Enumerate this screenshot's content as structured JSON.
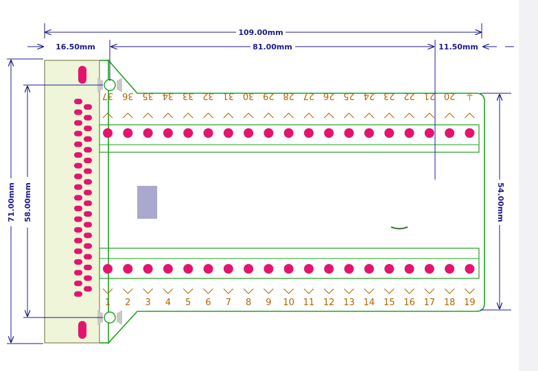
{
  "dimensions": {
    "total_width": "109.00mm",
    "connector_width": "16.50mm",
    "terminal_span": "81.00mm",
    "right_margin": "11.50mm",
    "total_height": "71.00mm",
    "hole_spacing": "58.00mm",
    "board_height": "54.00mm"
  },
  "top_pins": [
    "37",
    "36",
    "35",
    "34",
    "33",
    "32",
    "31",
    "30",
    "29",
    "28",
    "27",
    "26",
    "25",
    "24",
    "23",
    "22",
    "21",
    "20",
    "⏚"
  ],
  "bottom_pins": [
    "1",
    "2",
    "3",
    "4",
    "5",
    "6",
    "7",
    "8",
    "9",
    "10",
    "11",
    "12",
    "13",
    "14",
    "15",
    "16",
    "17",
    "18",
    "19"
  ],
  "colors": {
    "board_outline": "#1ea01e",
    "connector_fill": "#eef5d8",
    "pad": "#e4146e",
    "dimension": "#1a1a8c",
    "label": "#b06400",
    "chip": "#a9a9cf"
  }
}
